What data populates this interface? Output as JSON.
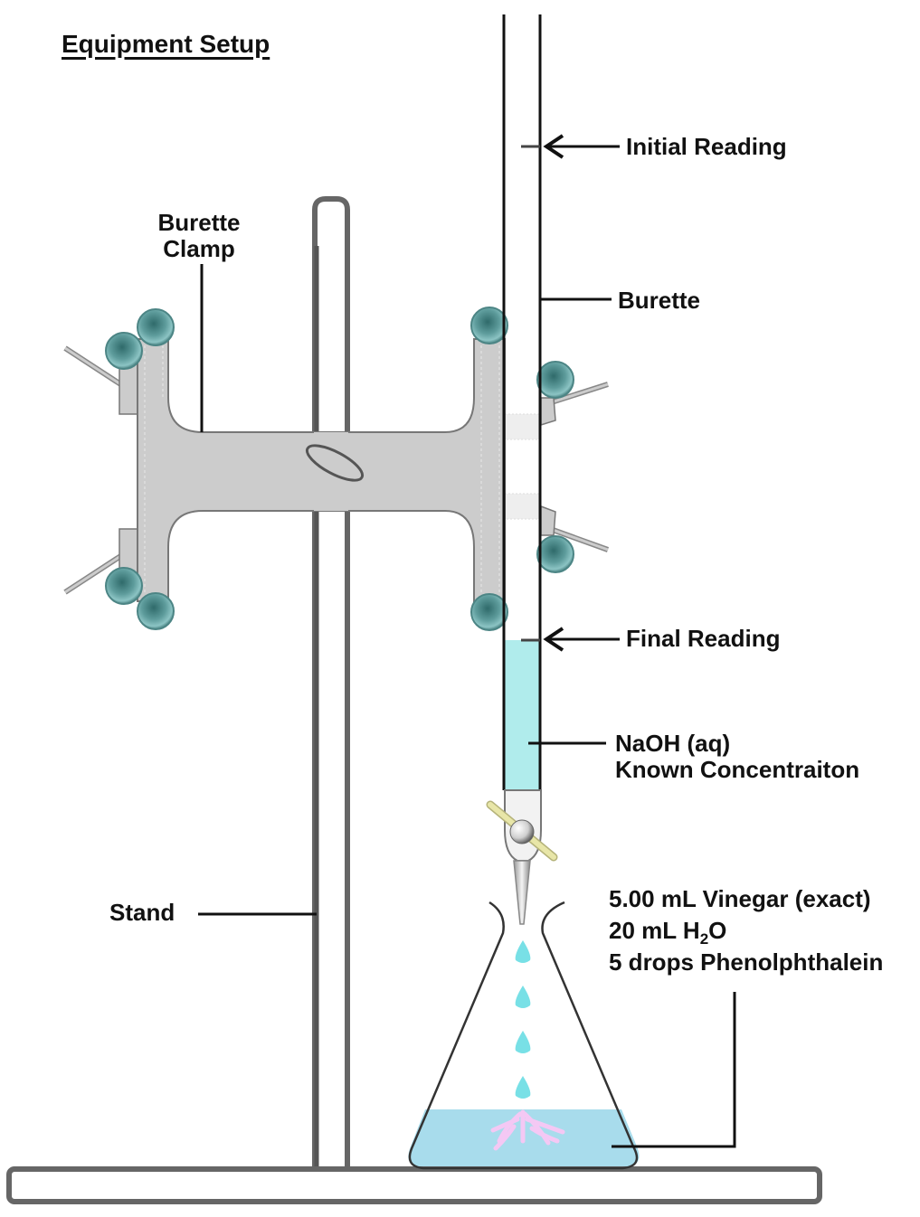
{
  "title": "Equipment Setup",
  "labels": {
    "initial_reading": "Initial Reading",
    "burette_clamp_line1": "Burette",
    "burette_clamp_line2": "Clamp",
    "burette": "Burette",
    "final_reading": "Final Reading",
    "naoh_line1": "NaOH (aq)",
    "naoh_line2": "Known Concentraiton",
    "stand": "Stand",
    "flask_line1": "5.00 mL Vinegar (exact)",
    "flask_line2_prefix": "20 mL H",
    "flask_line2_sub": "2",
    "flask_line2_suffix": "O",
    "flask_line3": "5 drops Phenolphthalein"
  },
  "colors": {
    "outline": "#111111",
    "stand_gray": "#666666",
    "clamp_gray": "#cccccc",
    "knob_teal": "#5e9c9c",
    "naoh_solution": "#b0ecec",
    "flask_solution": "#a8dcec",
    "indicator_pink": "#f4c8f4",
    "drop": "#78e0e6",
    "stopcock_handle": "#e8e6a8"
  }
}
